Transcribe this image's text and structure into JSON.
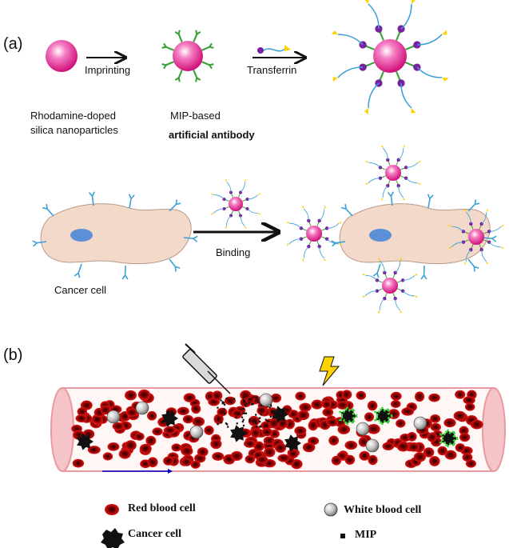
{
  "panels": {
    "a": "(a)",
    "b": "(b)"
  },
  "labels": {
    "imprinting": "Imprinting",
    "transferrin": "Transferrin",
    "nanoparticle_line1": "Rhodamine-doped",
    "nanoparticle_line2": "silica nanoparticles",
    "mip_line1": "MIP-based",
    "mip_line2": "artificial antibody",
    "binding": "Binding",
    "cancer_cell": "Cancer cell"
  },
  "legend": {
    "red_blood_cell": "Red blood cell",
    "white_blood_cell": "White blood cell",
    "cancer_cell": "Cancer cell",
    "mip": "MIP"
  },
  "colors": {
    "nanoparticle": "#e0198a",
    "receptor": "#3aa0d8",
    "cell_body": "#f2d9c9",
    "nucleus": "#5b8fd6",
    "blood_cell": "#cc1111",
    "vessel": "#f4c4c8",
    "flow_arrow": "#0000cc",
    "lightning": "#ffd200"
  },
  "icons": {
    "syringe": "syringe-icon",
    "lightning": "lightning-icon"
  }
}
